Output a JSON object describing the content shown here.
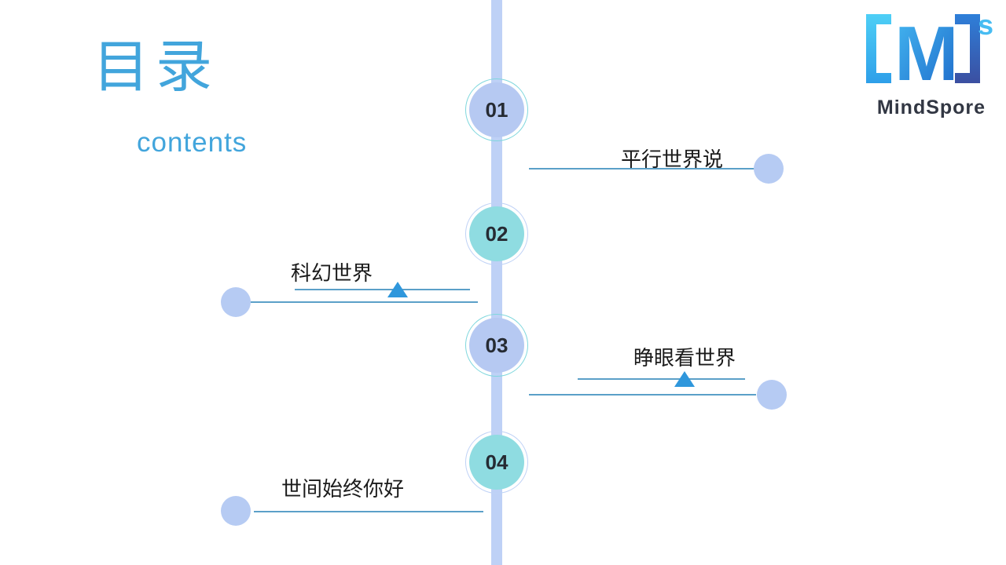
{
  "slide": {
    "title": "目录",
    "subtitle": "contents"
  },
  "logo": {
    "letter": "M",
    "superscript": "s",
    "brand": "MindSpore"
  },
  "timeline": {
    "items": [
      {
        "number": "01",
        "label": "平行世界说",
        "side": "right",
        "has_triangle": false
      },
      {
        "number": "02",
        "label": "科幻世界",
        "side": "left",
        "has_triangle": true
      },
      {
        "number": "03",
        "label": "睁眼看世界",
        "side": "right",
        "has_triangle": true
      },
      {
        "number": "04",
        "label": "世间始终你好",
        "side": "left",
        "has_triangle": false
      }
    ]
  },
  "colors": {
    "accent_blue": "#42A5DC",
    "vertical_line": "#BED1F6",
    "node_fill_blue": "#B6C9F2",
    "node_fill_teal": "#8FDCE1",
    "ring_teal": "#7FD7DD",
    "ring_blue": "#BFD2F6",
    "connector_line": "#5BA0C8",
    "triangle": "#2F97DC",
    "end_dot": "#B6CBF3",
    "number_text": "#262B33",
    "label_text": "#1B1B1B",
    "brand_text": "#323743"
  }
}
